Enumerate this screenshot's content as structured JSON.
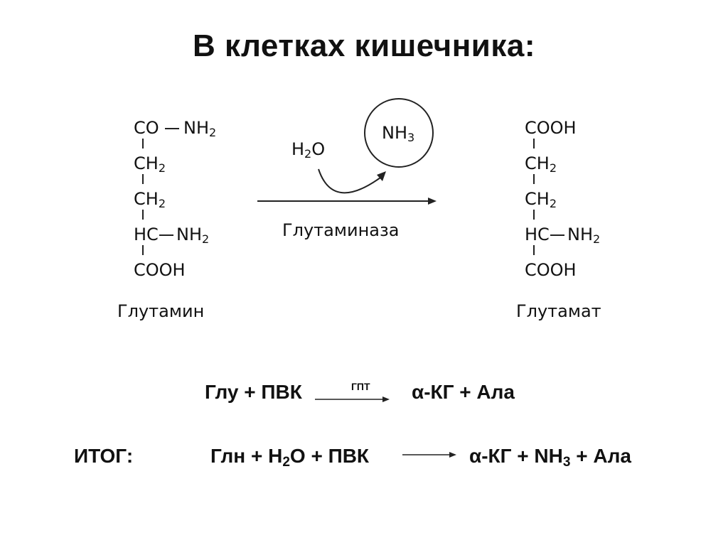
{
  "title": "В клетках кишечника:",
  "glutamine": {
    "rows": [
      "CO",
      "CH",
      "CH",
      "HC",
      "COOH"
    ],
    "nh2": "NH",
    "sub2": "2",
    "name": "Глутамин"
  },
  "glutamate": {
    "rows": [
      "COOH",
      "CH",
      "CH",
      "HC",
      "COOH"
    ],
    "nh2": "NH",
    "sub2": "2",
    "name": "Глутамат"
  },
  "reaction": {
    "water": "H",
    "water_sub": "2",
    "water_o": "O",
    "ammonia": "NH",
    "ammonia_sub": "3",
    "enzyme": "Глутаминаза"
  },
  "equation1": {
    "left": "Глу + ПВК",
    "catalyst": "ГПТ",
    "right": "α-КГ + Ала"
  },
  "equation2": {
    "label": "ИТОГ:",
    "left_a": "Глн + H",
    "left_sub": "2",
    "left_b": "O + ПВК",
    "right_a": "α-КГ + NH",
    "right_sub": "3",
    "right_b": " + Ала"
  }
}
